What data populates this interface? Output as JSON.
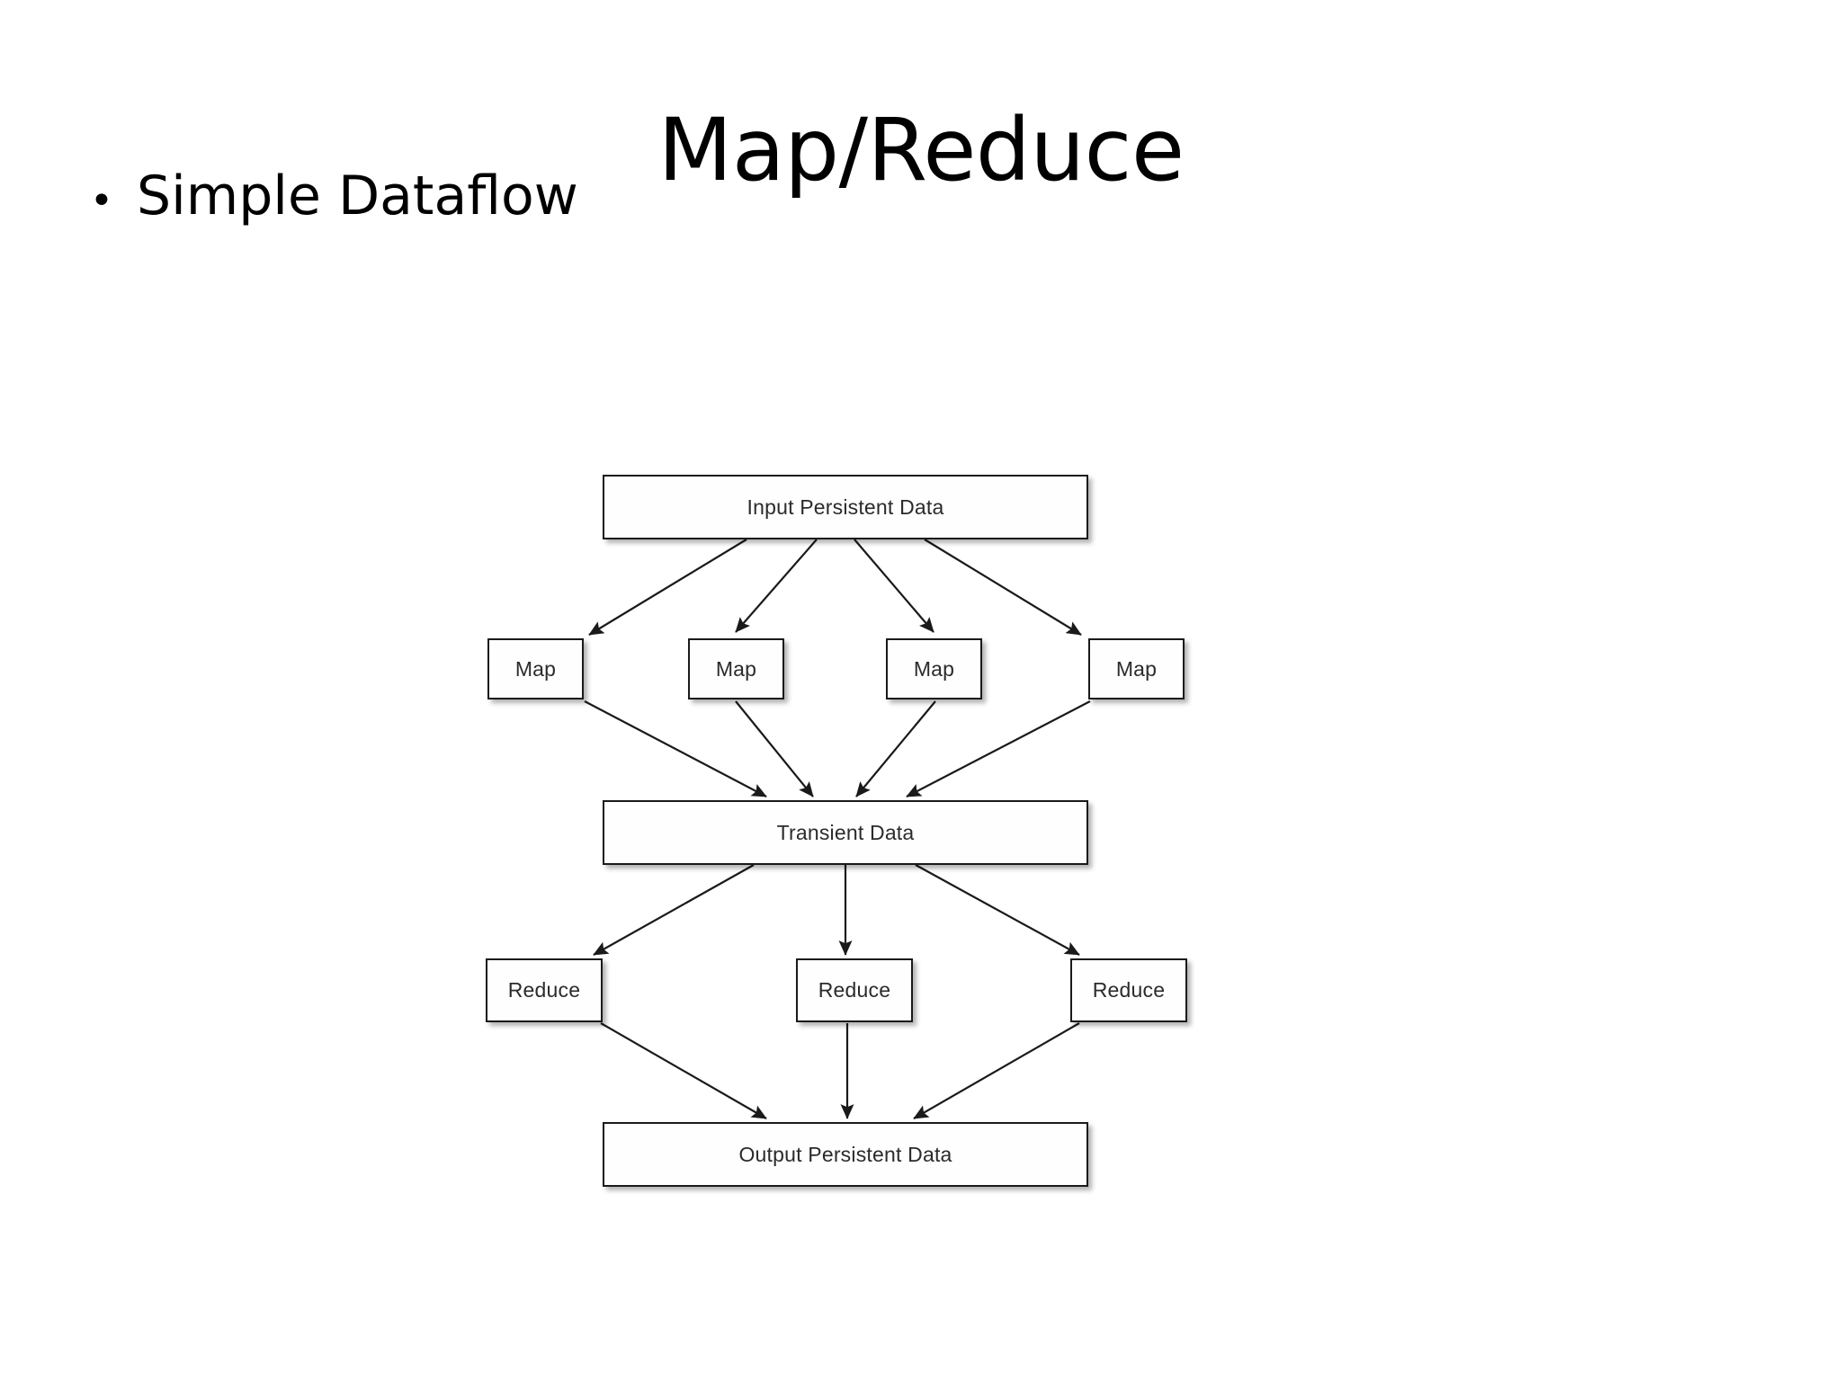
{
  "slide": {
    "title": "Map/Reduce",
    "bullets": [
      {
        "marker": "•",
        "text": "Simple Dataflow"
      }
    ]
  },
  "diagram": {
    "type": "flow",
    "title": "Simple Dataflow",
    "colors": {
      "node_fill": "#fefefe",
      "node_border": "#1a1a1a",
      "edge": "#1a1a1a",
      "text": "#2b2b2b",
      "background": "#ffffff"
    },
    "nodes": [
      {
        "id": "input",
        "label": "Input Persistent Data",
        "shape": "rect",
        "layer": 0
      },
      {
        "id": "map-1",
        "label": "Map",
        "shape": "rect",
        "layer": 1
      },
      {
        "id": "map-2",
        "label": "Map",
        "shape": "rect",
        "layer": 1
      },
      {
        "id": "map-3",
        "label": "Map",
        "shape": "rect",
        "layer": 1
      },
      {
        "id": "map-4",
        "label": "Map",
        "shape": "rect",
        "layer": 1
      },
      {
        "id": "transient",
        "label": "Transient Data",
        "shape": "rect",
        "layer": 2
      },
      {
        "id": "reduce-1",
        "label": "Reduce",
        "shape": "rect",
        "layer": 3
      },
      {
        "id": "reduce-2",
        "label": "Reduce",
        "shape": "rect",
        "layer": 3
      },
      {
        "id": "reduce-3",
        "label": "Reduce",
        "shape": "rect",
        "layer": 3
      },
      {
        "id": "output",
        "label": "Output Persistent Data",
        "shape": "rect",
        "layer": 4
      }
    ],
    "edges": [
      {
        "from": "input",
        "to": "map-1",
        "arrow": "end"
      },
      {
        "from": "input",
        "to": "map-2",
        "arrow": "end"
      },
      {
        "from": "input",
        "to": "map-3",
        "arrow": "end"
      },
      {
        "from": "input",
        "to": "map-4",
        "arrow": "end"
      },
      {
        "from": "map-1",
        "to": "transient",
        "arrow": "end"
      },
      {
        "from": "map-2",
        "to": "transient",
        "arrow": "end"
      },
      {
        "from": "map-3",
        "to": "transient",
        "arrow": "end"
      },
      {
        "from": "map-4",
        "to": "transient",
        "arrow": "end"
      },
      {
        "from": "transient",
        "to": "reduce-1",
        "arrow": "end"
      },
      {
        "from": "transient",
        "to": "reduce-2",
        "arrow": "end"
      },
      {
        "from": "transient",
        "to": "reduce-3",
        "arrow": "end"
      },
      {
        "from": "reduce-1",
        "to": "output",
        "arrow": "end"
      },
      {
        "from": "reduce-2",
        "to": "output",
        "arrow": "end"
      },
      {
        "from": "reduce-3",
        "to": "output",
        "arrow": "end"
      }
    ]
  }
}
